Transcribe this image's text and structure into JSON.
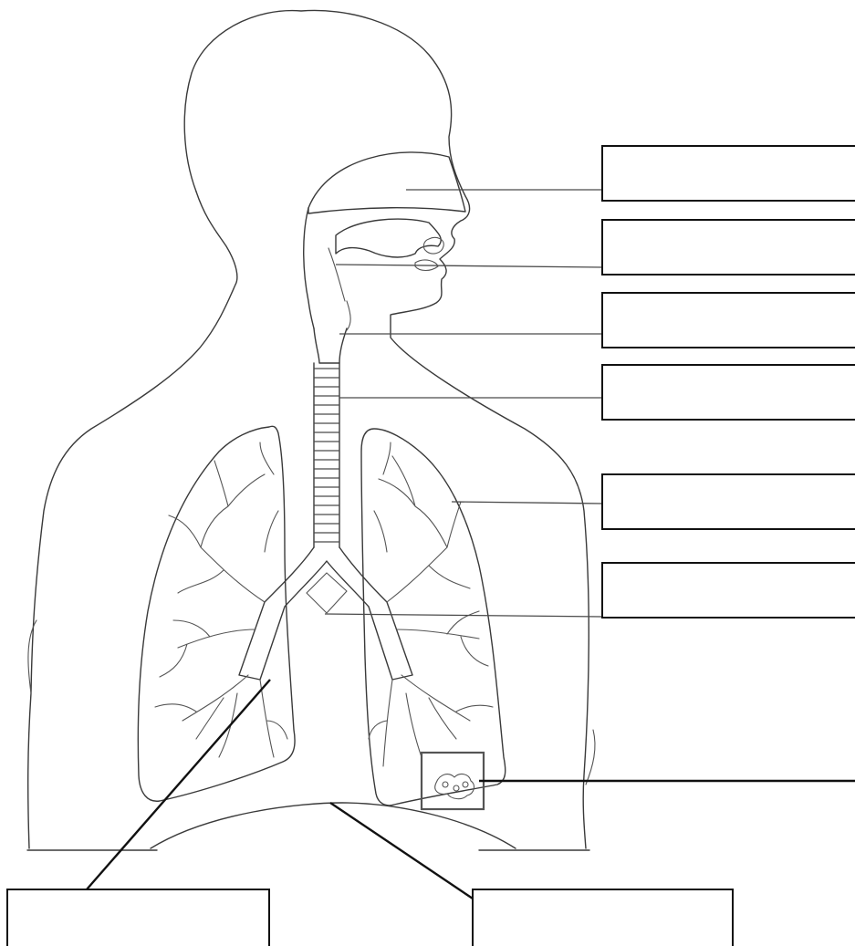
{
  "diagram": {
    "colors": {
      "ink": "#3a3a3a",
      "box_border": "#111111",
      "background": "#ffffff"
    },
    "label_boxes": [
      {
        "id": "nasal-cavity",
        "text": ""
      },
      {
        "id": "oral-cavity",
        "text": ""
      },
      {
        "id": "pharynx-larynx",
        "text": ""
      },
      {
        "id": "trachea",
        "text": ""
      },
      {
        "id": "lung",
        "text": ""
      },
      {
        "id": "heart-area",
        "text": ""
      },
      {
        "id": "alveoli",
        "text": ""
      },
      {
        "id": "bronchiole",
        "text": ""
      },
      {
        "id": "diaphragm",
        "text": ""
      }
    ]
  }
}
